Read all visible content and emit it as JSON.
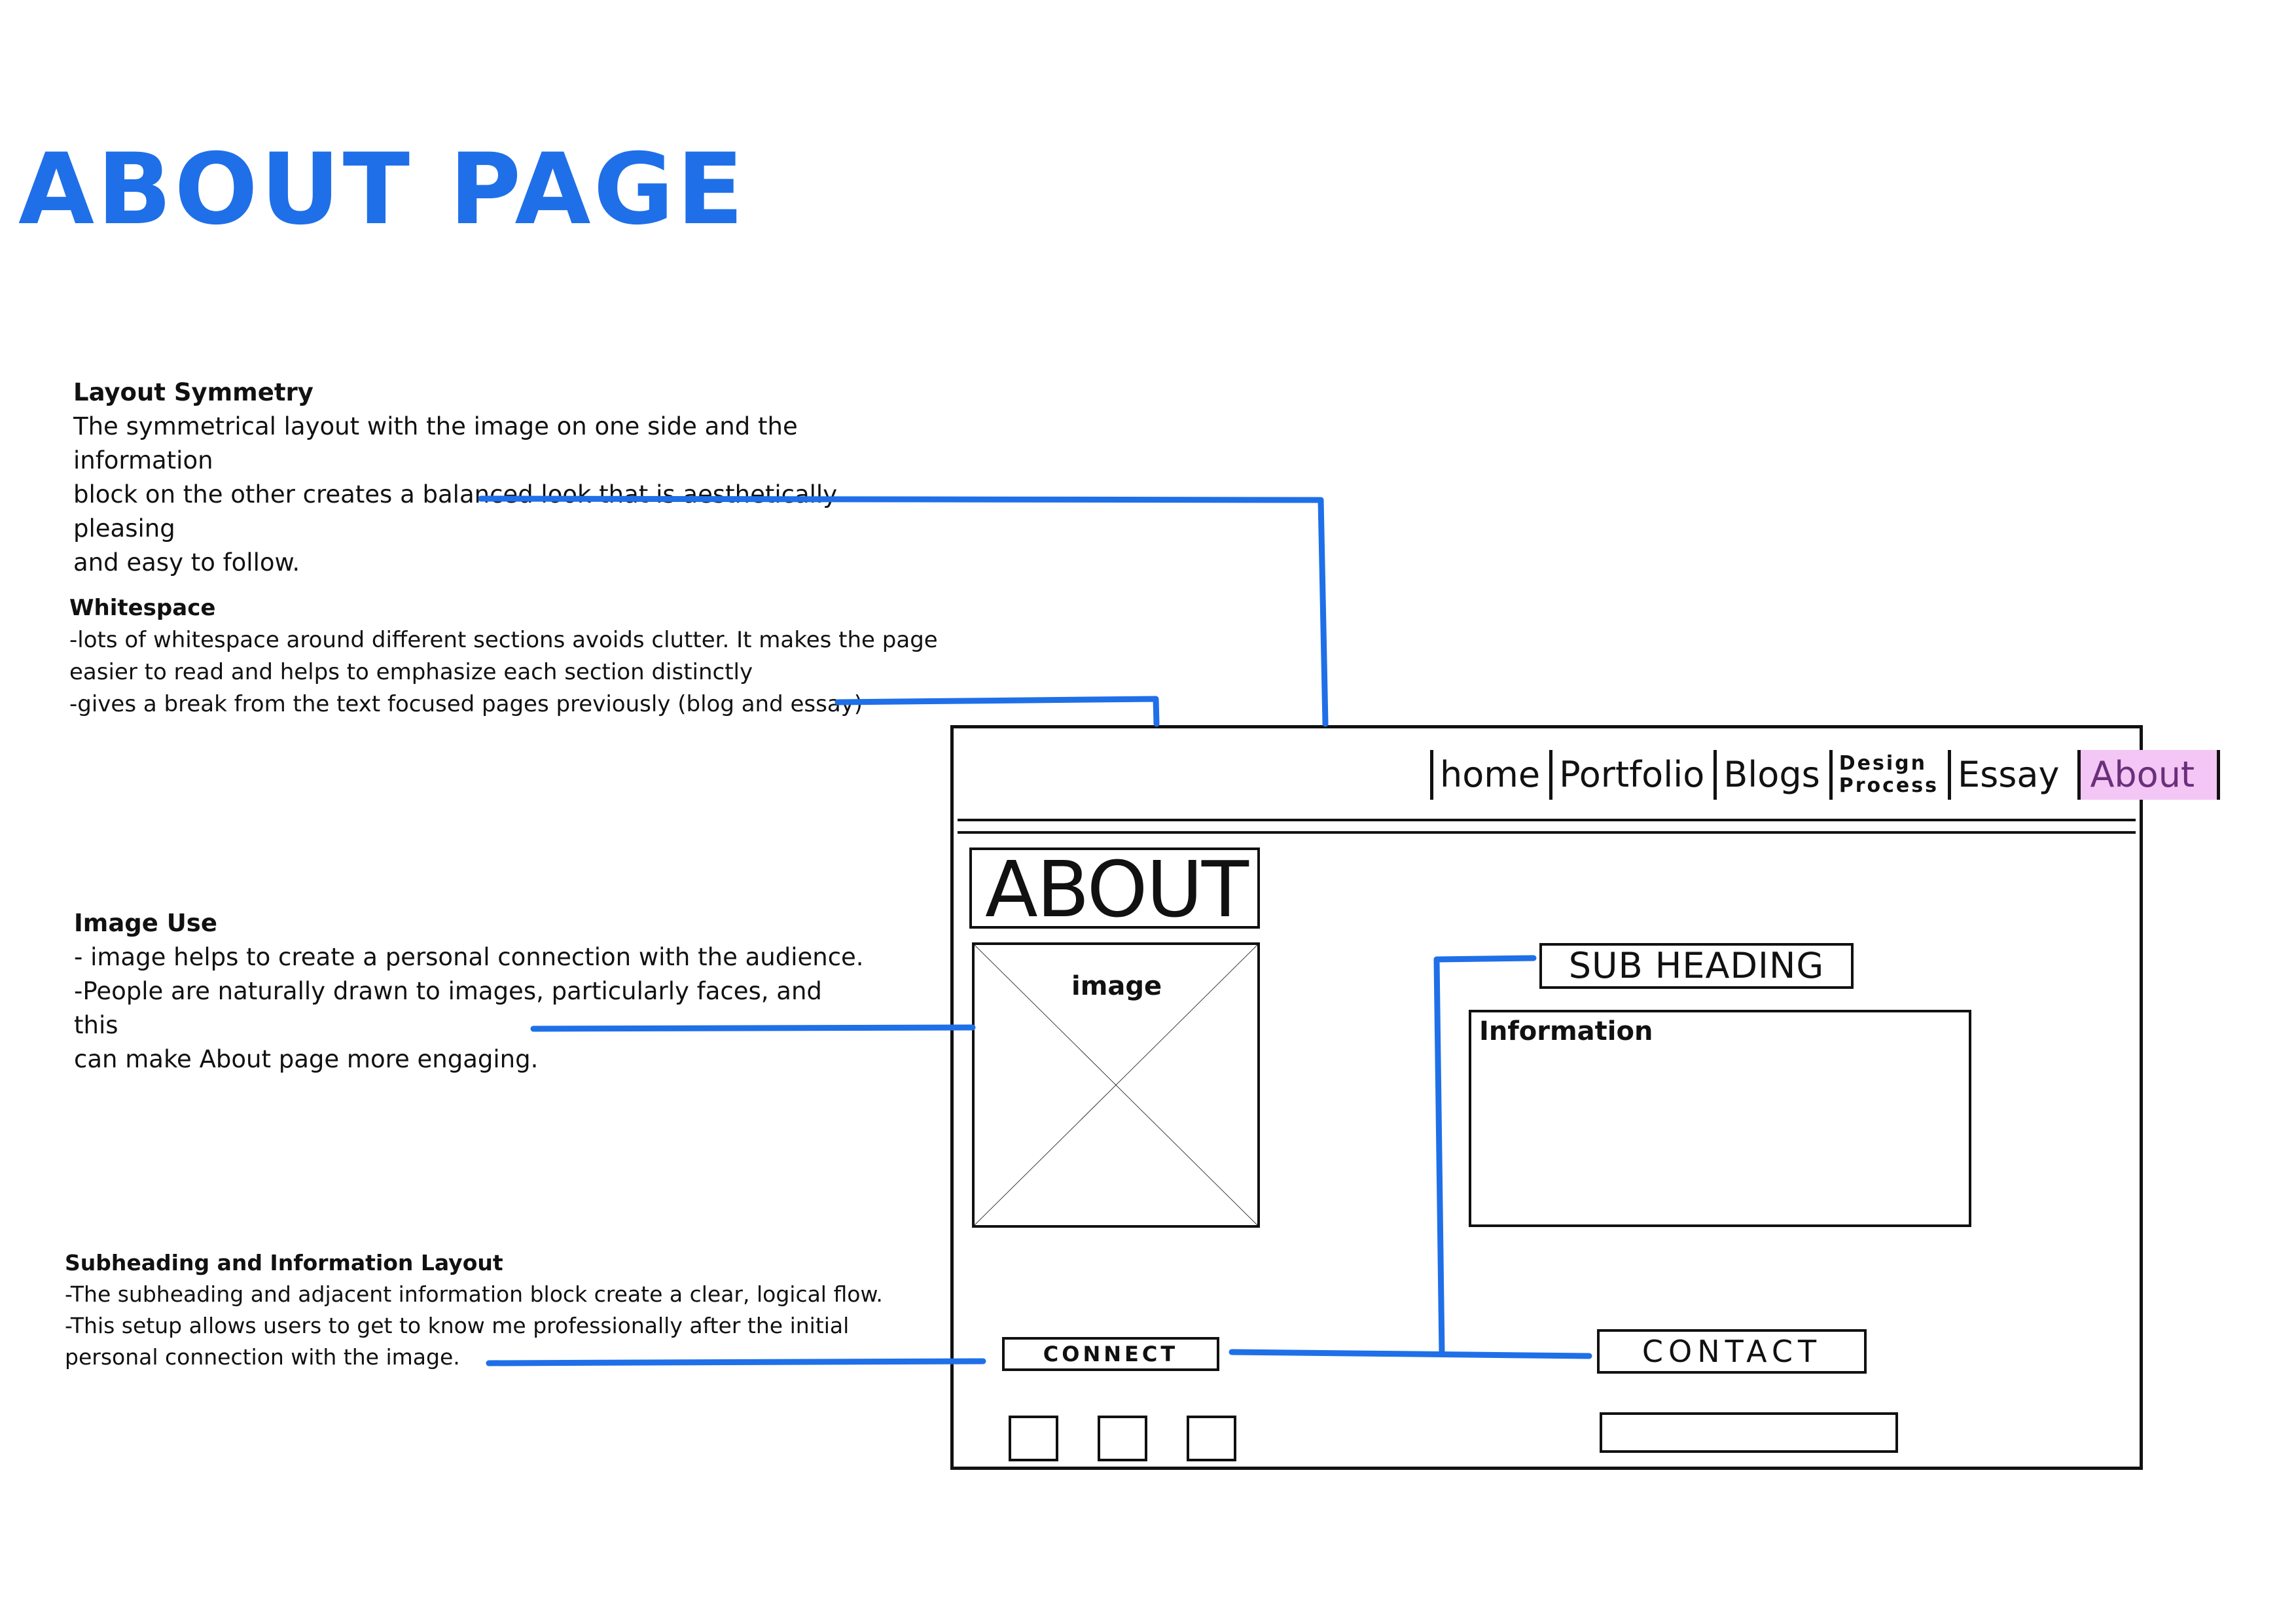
{
  "title": "ABOUT PAGE",
  "colors": {
    "accent": "#1f6fe8",
    "active_nav": "#f3c6f6",
    "active_nav_text": "#6b2f7a"
  },
  "annotations": {
    "layout_symmetry": {
      "title": "Layout Symmetry",
      "lines": [
        "The symmetrical layout with the image on one side and the information",
        "block on the other creates a balanced look that is aesthetically pleasing",
        "and easy to follow."
      ]
    },
    "whitespace": {
      "title": "Whitespace",
      "lines": [
        "-lots of whitespace around different sections avoids clutter. It makes the page",
        "easier to read and helps to emphasize each section distinctly",
        "-gives a break from the text focused pages previously (blog and essay)"
      ]
    },
    "image_use": {
      "title": "Image Use",
      "lines": [
        "- image helps to create a personal connection with the audience.",
        "-People are naturally drawn to images, particularly faces, and this",
        "can make About page more engaging."
      ]
    },
    "subheading_layout": {
      "title": "Subheading and Information Layout",
      "lines": [
        "-The subheading and adjacent information block create a clear, logical flow.",
        "-This setup allows users to get to know me professionally after the initial",
        "personal connection with the image."
      ]
    }
  },
  "wireframe": {
    "nav": {
      "home": "home",
      "portfolio": "Portfolio",
      "blogs": "Blogs",
      "design_process_line1": "Design",
      "design_process_line2": "Process",
      "essay": "Essay",
      "about": "About"
    },
    "about_heading": "ABOUT",
    "image_label": "image",
    "subheading": "SUB HEADING",
    "information_label": "Information",
    "connect_label": "CONNECT",
    "contact_label": "CONTACT"
  }
}
